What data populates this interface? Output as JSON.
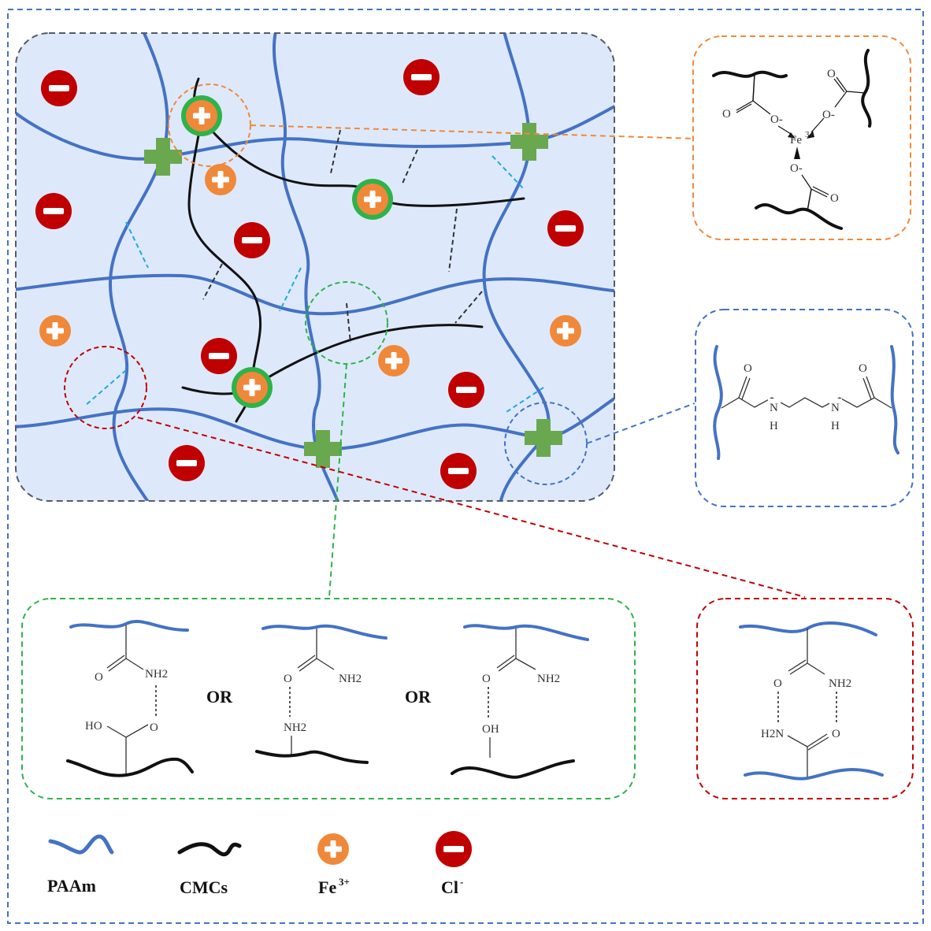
{
  "colors": {
    "paam": "#4472c4",
    "cmc": "#111111",
    "fe": "#f0883a",
    "cl": "#c00000",
    "crosslink": "#6aa84f",
    "coordination_ring": "#2eb34a",
    "gel_fill": "#dde9fb",
    "outer_border": "#4472c4",
    "orange_box": "#f0883a",
    "blue_box": "#4472c4",
    "green_box": "#2eb34a",
    "red_box": "#c00000",
    "h_bond_cyan": "#1fa8e0"
  },
  "inset_coordination": {
    "o1": "O",
    "o1_minus": "O-",
    "o2": "O",
    "o2_minus": "O-",
    "fe": "Fe",
    "fe_charge": "3+",
    "o3_minus": "O-",
    "o3": "O"
  },
  "inset_mba": {
    "o_left": "O",
    "o_right": "O",
    "nh_left": "N",
    "h_left": "H",
    "nh_right": "N",
    "h_right": "H"
  },
  "inset_hbond_options": {
    "opt1": {
      "o_top": "O",
      "nh2": "NH2",
      "ho": "HO",
      "o_bottom": "O"
    },
    "or1": "OR",
    "opt2": {
      "o_top": "O",
      "nh2": "NH2",
      "nh2_bottom": "NH2"
    },
    "or2": "OR",
    "opt3": {
      "o_top": "O",
      "nh2": "NH2",
      "oh": "OH"
    }
  },
  "inset_amide_pair": {
    "o_top": "O",
    "nh2_top": "NH2",
    "h2n_bottom": "H2N",
    "o_bottom": "O"
  },
  "legend": {
    "paam": "PAAm",
    "cmc": "CMCs",
    "fe": "Fe",
    "fe_sup": "3+",
    "cl": "Cl",
    "cl_sup": "-"
  }
}
